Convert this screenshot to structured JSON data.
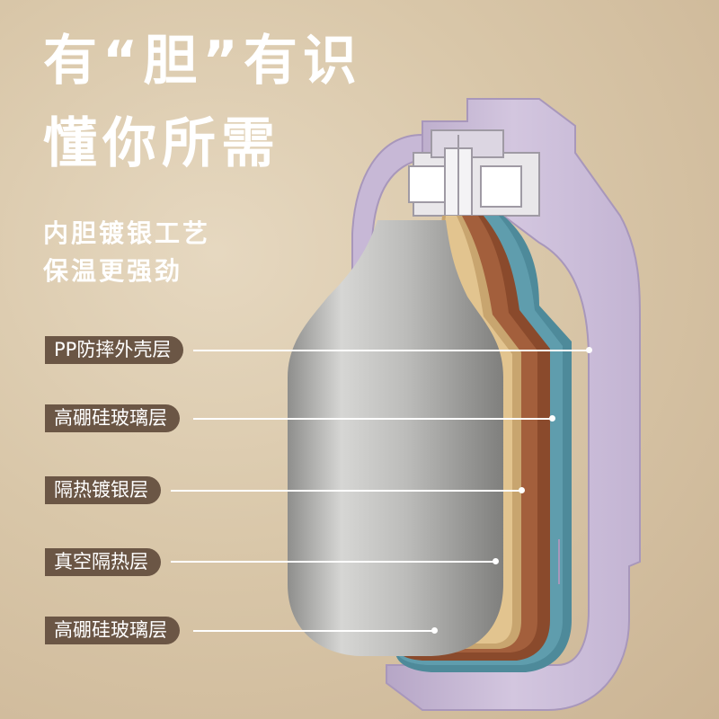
{
  "headline": {
    "line1": "有“胆”有识",
    "line2": "懂你所需"
  },
  "subtitle": {
    "line1": "内胆镀银工艺",
    "line2": "保温更强劲"
  },
  "labels": [
    "PP防摔外壳层",
    "高硼硅玻璃层",
    "隔热镀银层",
    "真空隔热层",
    "高硼硅玻璃层"
  ],
  "colors": {
    "background": "#d9c7a9",
    "label_background": "#6b5645",
    "shell": "#cdbfda",
    "teal_layer": "#4e8a9a",
    "copper_layer": "#8a4a2c",
    "gold_layer": "#c8a56f",
    "steel_liner": "#b9b9b7"
  }
}
